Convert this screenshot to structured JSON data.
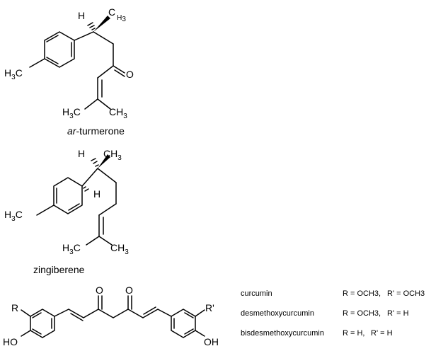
{
  "compounds": {
    "ar_turmerone": {
      "name_italic": "ar",
      "name_rest": "-turmerone",
      "h_label": "H",
      "methyl_top": "CH3",
      "methyl_left": "H3C",
      "oxygen": "O",
      "gem_left": "H3C",
      "gem_right": "CH3"
    },
    "zingiberene": {
      "name": "zingiberene",
      "h_label_top": "H",
      "h_label_ring": "H",
      "methyl_top": "CH3",
      "methyl_left": "H3C",
      "gem_left": "H3C",
      "gem_right": "CH3"
    },
    "curcuminoid": {
      "r": "R",
      "r_prime": "R'",
      "ho_left": "HO",
      "oh_right": "OH",
      "o_left": "O",
      "o_right": "O"
    }
  },
  "table": [
    {
      "name": "curcumin",
      "r": "R = OCH3,",
      "rp": "R' = OCH3"
    },
    {
      "name": "desmethoxycurcumin",
      "r": "R = OCH3,",
      "rp": "R' = H"
    },
    {
      "name": "bisdesmethoxycurcumin",
      "r": "R = H,",
      "rp": "R' = H"
    }
  ]
}
